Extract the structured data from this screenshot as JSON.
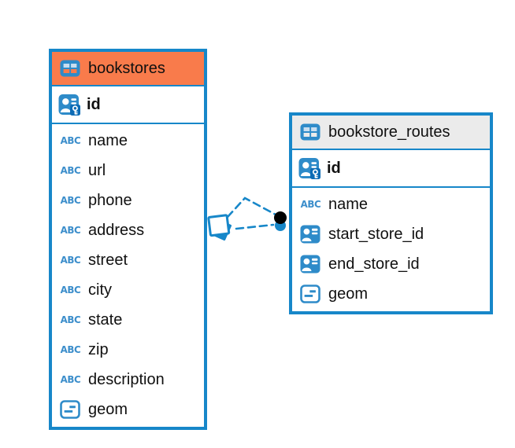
{
  "diagram": {
    "background_color": "#ffffff",
    "accent_blue": "#1787c9",
    "icon_blue": "#2e8bc9",
    "text_type_glyph": "ABC",
    "tables": [
      {
        "name": "bookstores",
        "header_bg": "#F97B4B",
        "header_icon": "table-icon",
        "primary_key": {
          "icon": "primary-key-icon",
          "label": "id"
        },
        "columns": [
          {
            "icon": "text-type-icon",
            "label": "name"
          },
          {
            "icon": "text-type-icon",
            "label": "url"
          },
          {
            "icon": "text-type-icon",
            "label": "phone"
          },
          {
            "icon": "text-type-icon",
            "label": "address"
          },
          {
            "icon": "text-type-icon",
            "label": "street"
          },
          {
            "icon": "text-type-icon",
            "label": "city"
          },
          {
            "icon": "text-type-icon",
            "label": "state"
          },
          {
            "icon": "text-type-icon",
            "label": "zip"
          },
          {
            "icon": "text-type-icon",
            "label": "description"
          },
          {
            "icon": "geometry-type-icon",
            "label": "geom"
          }
        ]
      },
      {
        "name": "bookstore_routes",
        "header_bg": "#EBEBEB",
        "header_icon": "table-icon",
        "primary_key": {
          "icon": "primary-key-icon",
          "label": "id"
        },
        "columns": [
          {
            "icon": "text-type-icon",
            "label": "name"
          },
          {
            "icon": "foreign-key-icon",
            "label": "start_store_id"
          },
          {
            "icon": "foreign-key-icon",
            "label": "end_store_id"
          },
          {
            "icon": "geometry-type-icon",
            "label": "geom"
          }
        ]
      }
    ],
    "relation": {
      "from_table": "bookstores",
      "to_table": "bookstore_routes",
      "line_style": "dashed",
      "from_symbol": "diamond",
      "to_symbol": "dot",
      "line_count": 2
    }
  }
}
